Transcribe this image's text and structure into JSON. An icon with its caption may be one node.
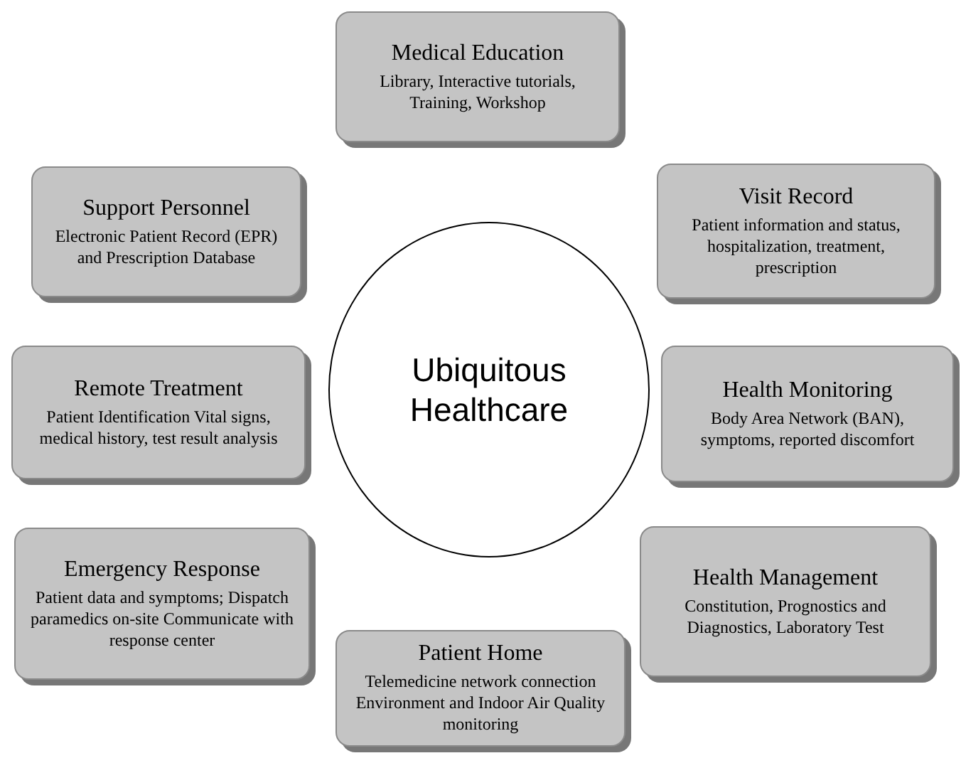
{
  "diagram": {
    "nodes": [
      {
        "text": [
          "Ubiquitous Healthcare"
        ]
      },
      {
        "text": [
          "Medical Education",
          "Library, Interactive tutorials, Training, Workshop"
        ]
      },
      {
        "text": [
          "Support Personnel",
          "Electronic Patient Record (EPR) and Prescription Database"
        ]
      },
      {
        "text": [
          "Visit Record",
          "Patient information and status, hospitalization, treatment, prescription"
        ]
      },
      {
        "text": [
          "Remote Treatment",
          "Patient Identification Vital signs, medical history, test result analysis"
        ]
      },
      {
        "text": [
          "Health Monitoring",
          "Body Area Network (BAN), symptoms, reported discomfort"
        ]
      },
      {
        "text": [
          "Emergency Response",
          "Patient data and symptoms; Dispatch paramedics on-site Communicate with response center"
        ]
      },
      {
        "text": [
          "Health Management",
          "Constitution, Prognostics and Diagnostics, Laboratory Test"
        ]
      },
      {
        "text": [
          "Patient Home",
          "Telemedicine network connection Environment and Indoor Air Quality monitoring"
        ]
      }
    ],
    "edges": []
  }
}
